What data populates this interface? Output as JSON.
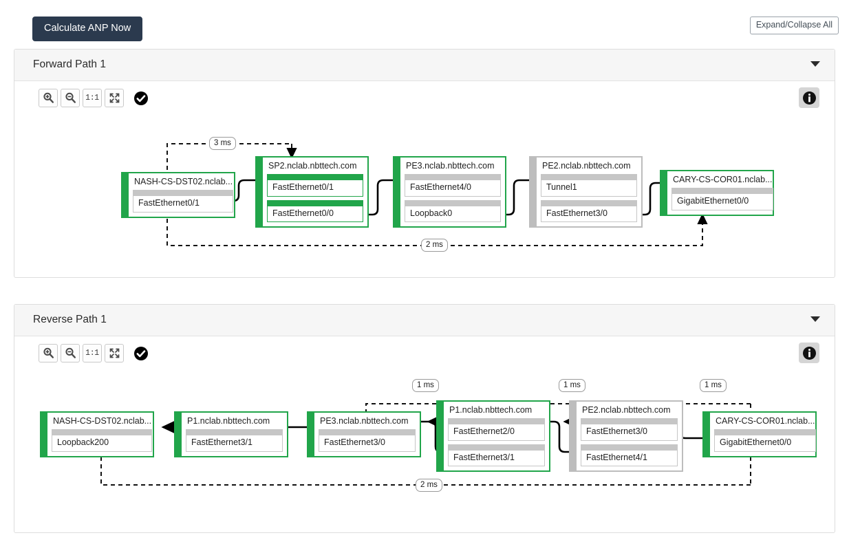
{
  "toolbar": {
    "calculate_label": "Calculate ANP Now",
    "expand_collapse_label": "Expand/Collapse All",
    "calculate_bg": "#2b3a4e"
  },
  "diagram_toolbar": {
    "zoom_in": "zoom-in-icon",
    "zoom_out": "zoom-out-icon",
    "actual_size_label": "1:1",
    "fit_screen": "fit-screen-icon",
    "status": "check-circle-icon",
    "info": "info-icon"
  },
  "colors": {
    "active_green": "#21a54a",
    "inactive_gray": "#bdbdbd",
    "panel_header": "#f6f6f6"
  },
  "panels": [
    {
      "id": "forward",
      "title": "Forward Path 1",
      "caret": "chevron-down-icon",
      "nodes": [
        {
          "name": "NASH-CS-DST02.nclab...",
          "state": "green",
          "interfaces": [
            {
              "label": "FastEthernet0/1",
              "cap": "gray"
            }
          ]
        },
        {
          "name": "SP2.nclab.nbttech.com",
          "state": "green",
          "interfaces": [
            {
              "label": "FastEthernet0/1",
              "cap": "green"
            },
            {
              "label": "FastEthernet0/0",
              "cap": "green"
            }
          ]
        },
        {
          "name": "PE3.nclab.nbttech.com",
          "state": "green",
          "interfaces": [
            {
              "label": "FastEthernet4/0",
              "cap": "gray"
            },
            {
              "label": "Loopback0",
              "cap": "gray"
            }
          ]
        },
        {
          "name": "PE2.nclab.nbttech.com",
          "state": "gray",
          "interfaces": [
            {
              "label": "Tunnel1",
              "cap": "gray"
            },
            {
              "label": "FastEthernet3/0",
              "cap": "gray"
            }
          ]
        },
        {
          "name": "CARY-CS-COR01.nclab...",
          "state": "green",
          "interfaces": [
            {
              "label": "GigabitEthernet0/0",
              "cap": "gray"
            }
          ]
        }
      ],
      "latencies": [
        {
          "label": "3 ms"
        },
        {
          "label": "2 ms"
        }
      ]
    },
    {
      "id": "reverse",
      "title": "Reverse Path 1",
      "caret": "chevron-down-icon",
      "nodes": [
        {
          "name": "NASH-CS-DST02.nclab...",
          "state": "green",
          "interfaces": [
            {
              "label": "Loopback200",
              "cap": "gray"
            }
          ]
        },
        {
          "name": "P1.nclab.nbttech.com",
          "state": "green",
          "interfaces": [
            {
              "label": "FastEthernet3/1",
              "cap": "gray"
            }
          ]
        },
        {
          "name": "PE3.nclab.nbttech.com",
          "state": "green",
          "interfaces": [
            {
              "label": "FastEthernet3/0",
              "cap": "gray"
            }
          ]
        },
        {
          "name": "P1.nclab.nbttech.com",
          "state": "green",
          "interfaces": [
            {
              "label": "FastEthernet2/0",
              "cap": "gray"
            },
            {
              "label": "FastEthernet3/1",
              "cap": "gray"
            }
          ]
        },
        {
          "name": "PE2.nclab.nbttech.com",
          "state": "gray",
          "interfaces": [
            {
              "label": "FastEthernet3/0",
              "cap": "gray"
            },
            {
              "label": "FastEthernet4/1",
              "cap": "gray"
            }
          ]
        },
        {
          "name": "CARY-CS-COR01.nclab...",
          "state": "green",
          "interfaces": [
            {
              "label": "GigabitEthernet0/0",
              "cap": "gray"
            }
          ]
        }
      ],
      "latencies": [
        {
          "label": "1 ms"
        },
        {
          "label": "1 ms"
        },
        {
          "label": "1 ms"
        },
        {
          "label": "2 ms"
        }
      ]
    }
  ]
}
